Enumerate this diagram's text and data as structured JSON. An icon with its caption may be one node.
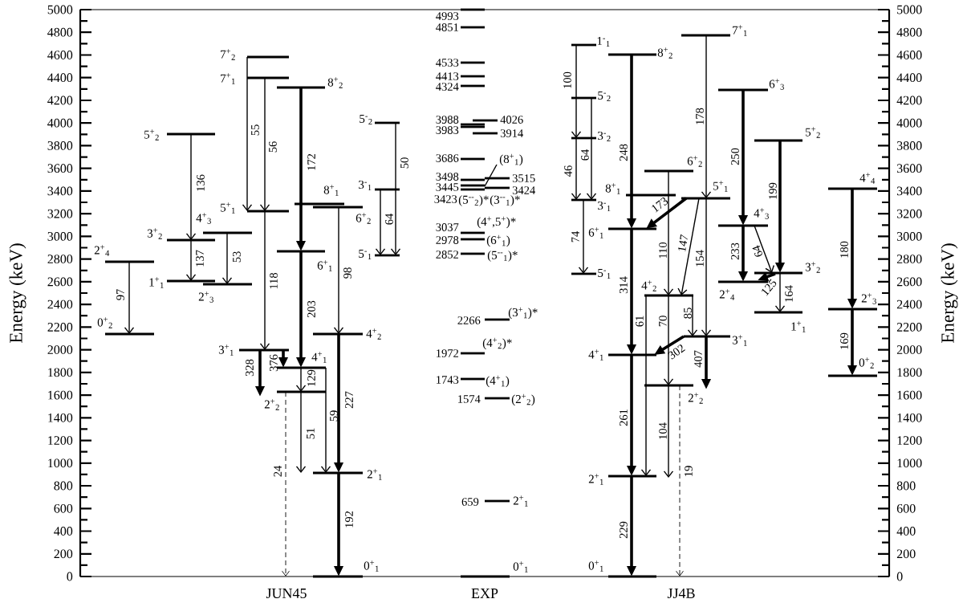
{
  "diagram": {
    "nodes": [
      {
        "text": [
          "2$^{+}$$_{4}$"
        ]
      },
      {
        "text": [
          "0$^{+}$$_{2}$"
        ]
      },
      {
        "text": [
          "5$^{+}$$_{2}$"
        ]
      },
      {
        "text": [
          "3$^{+}$$_{2}$"
        ]
      },
      {
        "text": [
          "1$^{+}$$_{1}$"
        ]
      },
      {
        "text": [
          "4$^{+}$$_{3}$"
        ]
      },
      {
        "text": [
          "2$^{+}$$_{3}$"
        ]
      },
      {
        "text": [
          "7$^{+}$$_{2}$"
        ]
      },
      {
        "text": [
          "7$^{+}$$_{1}$"
        ]
      },
      {
        "text": [
          "5$^{+}$$_{1}$"
        ]
      },
      {
        "text": [
          "8$^{+}$$_{2}$"
        ]
      },
      {
        "text": [
          "6$^{+}$$_{1}$"
        ]
      },
      {
        "text": [
          "8$^{+}$$_{1}$"
        ]
      },
      {
        "text": [
          "6$^{+}$$_{2}$"
        ]
      },
      {
        "text": [
          "5$^{-}$$_{2}$"
        ]
      },
      {
        "text": [
          "3$^{-}$$_{1}$"
        ]
      },
      {
        "text": [
          "5$^{-}$$_{1}$"
        ]
      },
      {
        "text": [
          "4$^{+}$$_{2}$"
        ]
      },
      {
        "text": [
          "3$^{+}$$_{1}$"
        ]
      },
      {
        "text": [
          "4$^{+}$$_{1}$"
        ]
      },
      {
        "text": [
          "2$^{+}$$_{2}$"
        ]
      },
      {
        "text": [
          "2$^{+}$$_{1}$"
        ]
      },
      {
        "text": [
          "0$^{+}$$_{1}$"
        ]
      },
      {
        "text": [
          "4993"
        ]
      },
      {
        "text": [
          "4851"
        ]
      },
      {
        "text": [
          "4533"
        ]
      },
      {
        "text": [
          "4413"
        ]
      },
      {
        "text": [
          "4324"
        ]
      },
      {
        "text": [
          "3988"
        ]
      },
      {
        "text": [
          "4026"
        ]
      },
      {
        "text": [
          "3983"
        ]
      },
      {
        "text": [
          "3914"
        ]
      },
      {
        "text": [
          "3686"
        ]
      },
      {
        "text": [
          "(8$^{+}$$_{1}$)"
        ]
      },
      {
        "text": [
          "3498"
        ]
      },
      {
        "text": [
          "3515"
        ]
      },
      {
        "text": [
          "3445"
        ]
      },
      {
        "text": [
          "3424",
          "(3$^{--}$$_{1}$)*"
        ]
      },
      {
        "text": [
          "3423",
          "(5$^{--}$$_{2}$)*"
        ]
      },
      {
        "text": [
          "3037",
          "(4$^{+}$,5$^{+}$)*"
        ]
      },
      {
        "text": [
          "2978",
          "(6$^{+}$$_{1}$)"
        ]
      },
      {
        "text": [
          "2852",
          "(5$^{--}$$_{1}$)*"
        ]
      },
      {
        "text": [
          "2266",
          "(3$^{+}$$_{1}$)*"
        ]
      },
      {
        "text": [
          "1972",
          "(4$^{+}$$_{2}$)*"
        ]
      },
      {
        "text": [
          "1743",
          "(4$^{+}$$_{1}$)"
        ]
      },
      {
        "text": [
          "1574",
          "(2$^{+}$$_{2}$)"
        ]
      },
      {
        "text": [
          "659",
          "2$^{+}$$_{1}$"
        ]
      },
      {
        "text": [
          "0$^{+}$$_{1}$"
        ]
      },
      {
        "text": [
          "1$^{-}$$_{1}$"
        ]
      },
      {
        "text": [
          "5$^{-}$$_{2}$"
        ]
      },
      {
        "text": [
          "3$^{-}$$_{2}$"
        ]
      },
      {
        "text": [
          "3$^{-}$$_{1}$"
        ]
      },
      {
        "text": [
          "5$^{-}$$_{1}$"
        ]
      },
      {
        "text": [
          "8$^{+}$$_{2}$"
        ]
      },
      {
        "text": [
          "8$^{+}$$_{1}$"
        ]
      },
      {
        "text": [
          "6$^{+}$$_{1}$"
        ]
      },
      {
        "text": [
          "4$^{+}$$_{1}$"
        ]
      },
      {
        "text": [
          "2$^{+}$$_{1}$"
        ]
      },
      {
        "text": [
          "0$^{+}$$_{1}$"
        ]
      },
      {
        "text": [
          "6$^{+}$$_{2}$"
        ]
      },
      {
        "text": [
          "4$^{+}$$_{2}$"
        ]
      },
      {
        "text": [
          "2$^{+}$$_{2}$"
        ]
      },
      {
        "text": [
          "7$^{+}$$_{1}$"
        ]
      },
      {
        "text": [
          "5$^{+}$$_{1}$"
        ]
      },
      {
        "text": [
          "3$^{+}$$_{1}$"
        ]
      },
      {
        "text": [
          "6$^{+}$$_{3}$"
        ]
      },
      {
        "text": [
          "4$^{+}$$_{3}$"
        ]
      },
      {
        "text": [
          "2$^{+}$$_{4}$"
        ]
      },
      {
        "text": [
          "5$^{+}$$_{2}$"
        ]
      },
      {
        "text": [
          "3$^{+}$$_{2}$"
        ]
      },
      {
        "text": [
          "1$^{+}$$_{1}$"
        ]
      },
      {
        "text": [
          "4$^{+}$$_{4}$"
        ]
      },
      {
        "text": [
          "2$^{+}$$_{3}$"
        ]
      },
      {
        "text": [
          "0$^{+}$$_{2}$"
        ]
      }
    ],
    "edges": [
      {
        "from": 0,
        "to": 1,
        "arrow": "to",
        "label": "97"
      },
      {
        "from": 2,
        "to": 3,
        "arrow": "to",
        "label": "136"
      },
      {
        "from": 3,
        "to": 4,
        "arrow": "to",
        "label": "137"
      },
      {
        "from": 5,
        "to": 6,
        "arrow": "to",
        "label": "53"
      },
      {
        "from": 7,
        "to": 9,
        "arrow": "to",
        "label": "55"
      },
      {
        "from": 8,
        "to": 9,
        "arrow": "to",
        "label": "56"
      },
      {
        "from": 9,
        "to": 18,
        "arrow": "to",
        "label": "118"
      },
      {
        "from": 10,
        "to": 11,
        "arrow": "to",
        "label": "172",
        "style": "thick"
      },
      {
        "from": 11,
        "to": 19,
        "arrow": "to",
        "label": "203",
        "style": "thick"
      },
      {
        "from": 13,
        "to": 17,
        "arrow": "to",
        "label": "98"
      },
      {
        "from": 14,
        "to": 16,
        "arrow": "to",
        "label": "50"
      },
      {
        "from": 15,
        "to": 16,
        "arrow": "to",
        "label": "64"
      },
      {
        "from": 18,
        "to": 20,
        "arrow": "to",
        "label": "328",
        "style": "thick"
      },
      {
        "from": 18,
        "to": 19,
        "arrow": "to",
        "label": "376",
        "style": "thick"
      },
      {
        "from": 19,
        "to": 20,
        "arrow": "to",
        "label": "129"
      },
      {
        "from": 20,
        "to": 21,
        "arrow": "to",
        "label": "51"
      },
      {
        "from": 19,
        "to": 21,
        "arrow": "to",
        "label": "59"
      },
      {
        "from": 17,
        "to": 21,
        "arrow": "to",
        "label": "227",
        "style": "thick"
      },
      {
        "from": 21,
        "to": 22,
        "arrow": "to",
        "label": "192",
        "style": "thick"
      },
      {
        "from": 20,
        "to": 22,
        "arrow": "to",
        "label": "24",
        "style": "dashed"
      },
      {
        "from": 48,
        "to": 50,
        "arrow": "to",
        "label": "100"
      },
      {
        "from": 49,
        "to": 51,
        "arrow": "to",
        "label": "64"
      },
      {
        "from": 50,
        "to": 51,
        "arrow": "to",
        "label": "46"
      },
      {
        "from": 51,
        "to": 52,
        "arrow": "to",
        "label": "74"
      },
      {
        "from": 53,
        "to": 55,
        "arrow": "to",
        "label": "248",
        "style": "thick"
      },
      {
        "from": 63,
        "to": 55,
        "arrow": "to",
        "label": "173",
        "style": "thick"
      },
      {
        "from": 59,
        "to": 60,
        "arrow": "to",
        "label": "110"
      },
      {
        "from": 63,
        "to": 60,
        "arrow": "to",
        "label": "147"
      },
      {
        "from": 62,
        "to": 63,
        "arrow": "to",
        "label": "178"
      },
      {
        "from": 63,
        "to": 64,
        "arrow": "to",
        "label": "154"
      },
      {
        "from": 55,
        "to": 56,
        "arrow": "to",
        "label": "314",
        "style": "thick"
      },
      {
        "from": 60,
        "to": 64,
        "arrow": "to",
        "label": "85"
      },
      {
        "from": 64,
        "to": 56,
        "arrow": "to",
        "label": "302",
        "style": "thick"
      },
      {
        "from": 64,
        "to": 61,
        "arrow": "to",
        "label": "407",
        "style": "thick"
      },
      {
        "from": 60,
        "to": 57,
        "arrow": "to",
        "label": "61"
      },
      {
        "from": 60,
        "to": 61,
        "arrow": "to",
        "label": "70"
      },
      {
        "from": 56,
        "to": 57,
        "arrow": "to",
        "label": "261",
        "style": "thick"
      },
      {
        "from": 61,
        "to": 57,
        "arrow": "to",
        "label": "104"
      },
      {
        "from": 61,
        "to": 58,
        "arrow": "to",
        "label": "19",
        "style": "dashed"
      },
      {
        "from": 57,
        "to": 58,
        "arrow": "to",
        "label": "229",
        "style": "thick"
      },
      {
        "from": 65,
        "to": 66,
        "arrow": "to",
        "label": "250",
        "style": "thick"
      },
      {
        "from": 66,
        "to": 67,
        "arrow": "to",
        "label": "233",
        "style": "thick"
      },
      {
        "from": 66,
        "to": 69,
        "arrow": "to",
        "label": "64"
      },
      {
        "from": 69,
        "to": 67,
        "arrow": "to",
        "label": "125",
        "style": "thick"
      },
      {
        "from": 68,
        "to": 69,
        "arrow": "to",
        "label": "199",
        "style": "thick"
      },
      {
        "from": 69,
        "to": 70,
        "arrow": "to",
        "label": "164"
      },
      {
        "from": 71,
        "to": 72,
        "arrow": "to",
        "label": "180",
        "style": "thick"
      },
      {
        "from": 72,
        "to": 73,
        "arrow": "to",
        "label": "169",
        "style": "thick"
      },
      {
        "from": 33,
        "to": 36,
        "arrow": "none"
      }
    ],
    "labels": [
      "5000",
      "4800",
      "4600",
      "4400",
      "4200",
      "4000",
      "3800",
      "3600",
      "3400",
      "3200",
      "3000",
      "2800",
      "2600",
      "2400",
      "2200",
      "2000",
      "1800",
      "1600",
      "1400",
      "1200",
      "1000",
      "800",
      "600",
      "400",
      "200",
      "0",
      "5000",
      "4800",
      "4600",
      "4400",
      "4200",
      "4000",
      "3800",
      "3600",
      "3400",
      "3200",
      "3000",
      "2800",
      "2600",
      "2400",
      "2200",
      "2000",
      "1800",
      "1600",
      "1400",
      "1200",
      "1000",
      "800",
      "600",
      "400",
      "200",
      "0",
      "Energy (keV)",
      "Energy (keV)",
      "JUN45",
      "EXP",
      "JJ4B"
    ]
  }
}
